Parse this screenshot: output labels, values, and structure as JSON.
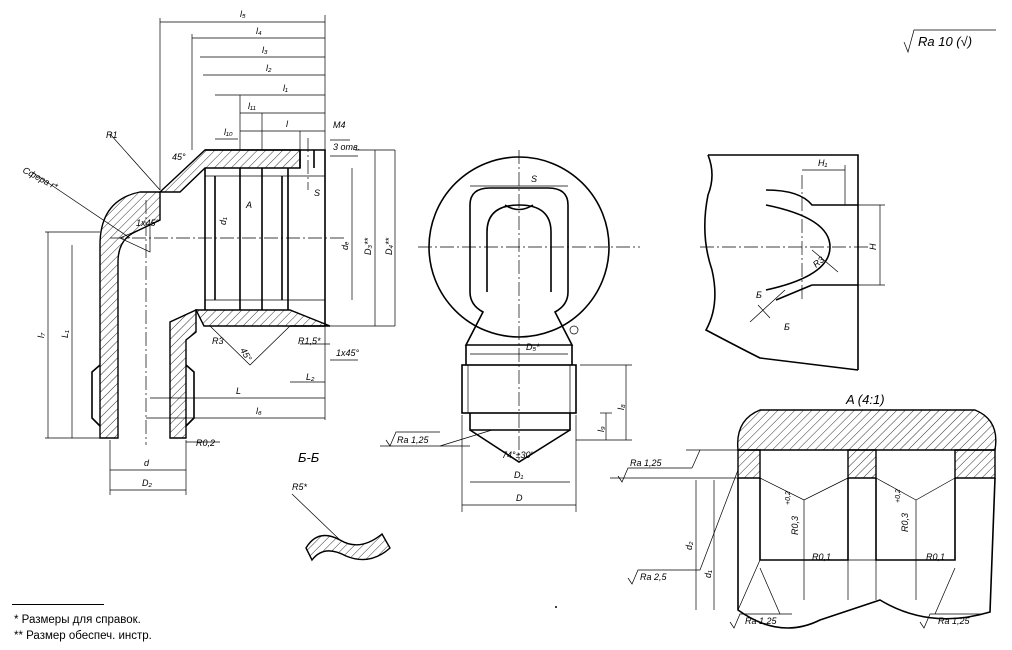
{
  "roughness_general": "Ra 10 (√)",
  "view_labels": {
    "section_bb": "Б-Б",
    "detail_a": "A (4:1)"
  },
  "main_view": {
    "l5": "l₅",
    "l4": "l₄",
    "l3": "l₃",
    "l2": "l₂",
    "l1": "l₁",
    "l11": "l₁₁",
    "l10": "l₁₀",
    "l": "l",
    "thread": "M4",
    "holes": "3 отв.",
    "r1": "R1",
    "angle45": "45°",
    "sphere": "Сфера r*",
    "chamfer": "1x45°",
    "d1": "d₁",
    "a_label": "A",
    "s": "S",
    "dc": "dₑ",
    "d3": "D₃**",
    "d4": "D₄**",
    "l7": "l₇",
    "l1v": "L₁",
    "r3": "R3",
    "angle45b": "45°",
    "r15": "R1,5*",
    "chamfer2": "1x45°",
    "l2b": "L₂",
    "L": "L",
    "l6": "l₆",
    "r02": "R0,2",
    "d": "d",
    "d2": "D₂"
  },
  "side_view": {
    "s": "S",
    "d5": "D₅*",
    "l8": "l₈",
    "l9": "l₉",
    "ra125": "Ra 1,25",
    "cone": "74°±30'",
    "d1": "D₁",
    "D": "D"
  },
  "section_view": {
    "r5": "R5*"
  },
  "upper_right": {
    "h1": "H₁",
    "h": "H",
    "r3": "R3",
    "b1": "Б",
    "b2": "Б"
  },
  "detail_view": {
    "ra125a": "Ra 1,25",
    "ra25": "Ra 2,5",
    "d2": "d₂",
    "d1": "d₁",
    "r03a": "R0,3",
    "tol_a": "+0,2",
    "r03b": "R0,3",
    "tol_b": "+0,2",
    "r01a": "R0,1",
    "r01b": "R0,1",
    "ra125b": "Ra 1,25",
    "ra125c": "Ra 1,25"
  },
  "footnotes": {
    "note1": "* Размеры для справок.",
    "note2": "** Размер обеспеч. инстр."
  }
}
